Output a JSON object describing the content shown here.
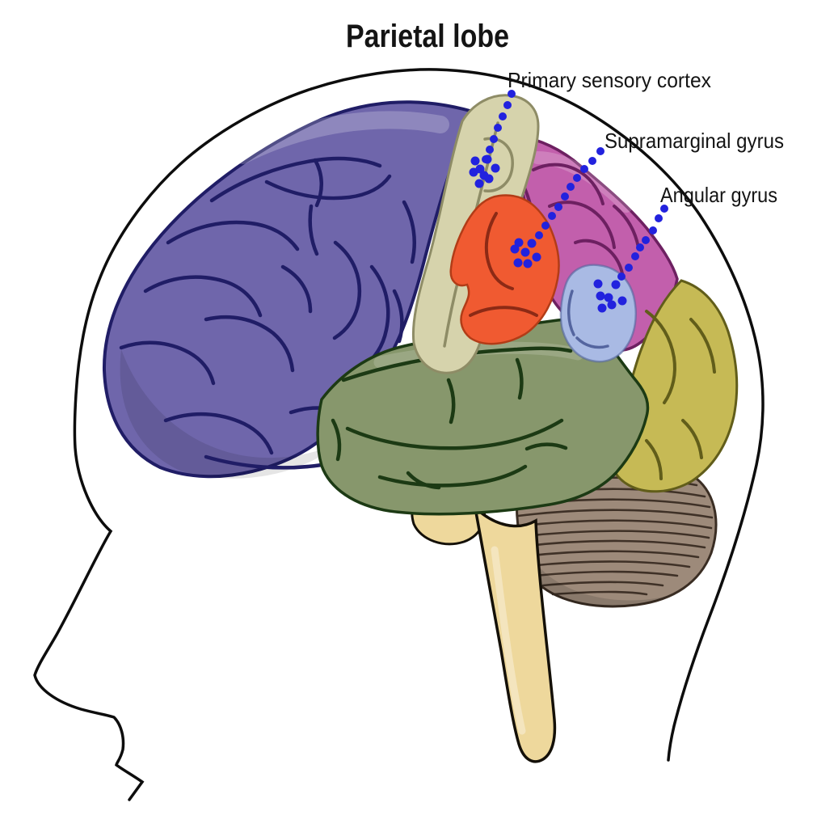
{
  "title": "Parietal lobe",
  "annotations": {
    "primary_sensory_cortex": {
      "label": "Primary sensory cortex"
    },
    "supramarginal_gyrus": {
      "label": "Supramarginal gyrus"
    },
    "angular_gyrus": {
      "label": "Angular gyrus"
    }
  },
  "colors": {
    "background": "#ffffff",
    "head_outline": "#0d0d0d",
    "text": "#141414",
    "leader_dots": "#2222de",
    "frontal_lobe": "#6f66ab",
    "frontal_sulci": "#201d66",
    "sensorimotor_strip": "#d6d3ac",
    "strip_sulci": "#8e8c66",
    "supramarginal_gyrus": "#f05a31",
    "supramarginal_sulci": "#8c2a15",
    "supramarginal_outline": "#b23c17",
    "parietal_lobe": "#c25fac",
    "parietal_sulci": "#6d2061",
    "angular_gyrus": "#a9bae4",
    "angular_sulci": "#54659f",
    "temporal_lobe": "#87976c",
    "temporal_sulci": "#1c3a14",
    "occipital_lobe": "#c6ba55",
    "occipital_sulci": "#615d1a",
    "cerebellum": "#9d8a7a",
    "cerebellum_lines": "#3a2d23",
    "brainstem": "#eed89c",
    "brainstem_outline": "#141008"
  }
}
